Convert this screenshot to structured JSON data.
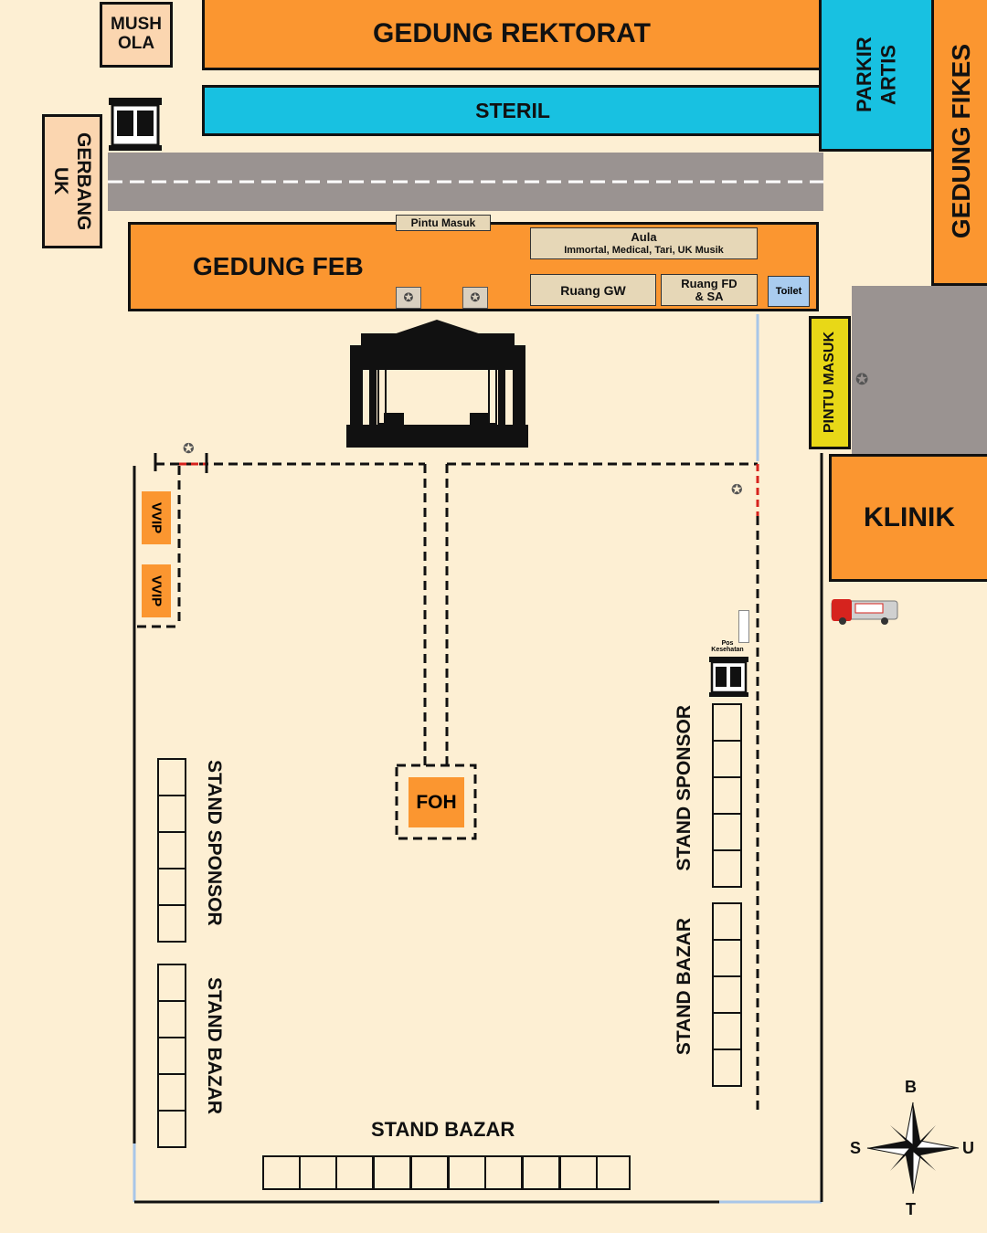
{
  "buildings": {
    "musholla": "MUSH OLA",
    "rektorat": "GEDUNG REKTORAT",
    "steril": "STERIL",
    "parkir_artis": "PARKIR ARTIS",
    "fikes": "GEDUNG FIKES",
    "gerbang_uk": "GERBANG UK",
    "feb": "GEDUNG FEB",
    "klinik": "KLINIK"
  },
  "feb_rooms": {
    "pintu_masuk": "Pintu Masuk",
    "aula_title": "Aula",
    "aula_sub": "Immortal, Medical, Tari, UK Musik",
    "ruang_gw": "Ruang GW",
    "ruang_fd": "Ruang FD & SA",
    "toilet": "Toilet"
  },
  "pintu_masuk_side": "PINTU MASUK",
  "vvip": [
    "VVIP",
    "VVIP"
  ],
  "foh": "FOH",
  "pos_kesehatan": "Pos Kesehatan",
  "stand_labels": {
    "left_sponsor": "STAND SPONSOR",
    "left_bazar": "STAND BAZAR",
    "right_sponsor": "STAND SPONSOR",
    "right_bazar": "STAND BAZAR",
    "bottom_bazar": "STAND BAZAR"
  },
  "stand_counts": {
    "left_sponsor": 5,
    "left_bazar": 5,
    "right_sponsor": 5,
    "right_bazar": 5,
    "bottom_bazar": 10
  },
  "compass": {
    "north": "U",
    "south": "S",
    "east": "T",
    "west": "B"
  },
  "colors": {
    "background": "#fdefd3",
    "building": "#fb9630",
    "steril": "#18c1e1",
    "road": "#9a9391",
    "pintu_masuk": "#e8d817"
  }
}
